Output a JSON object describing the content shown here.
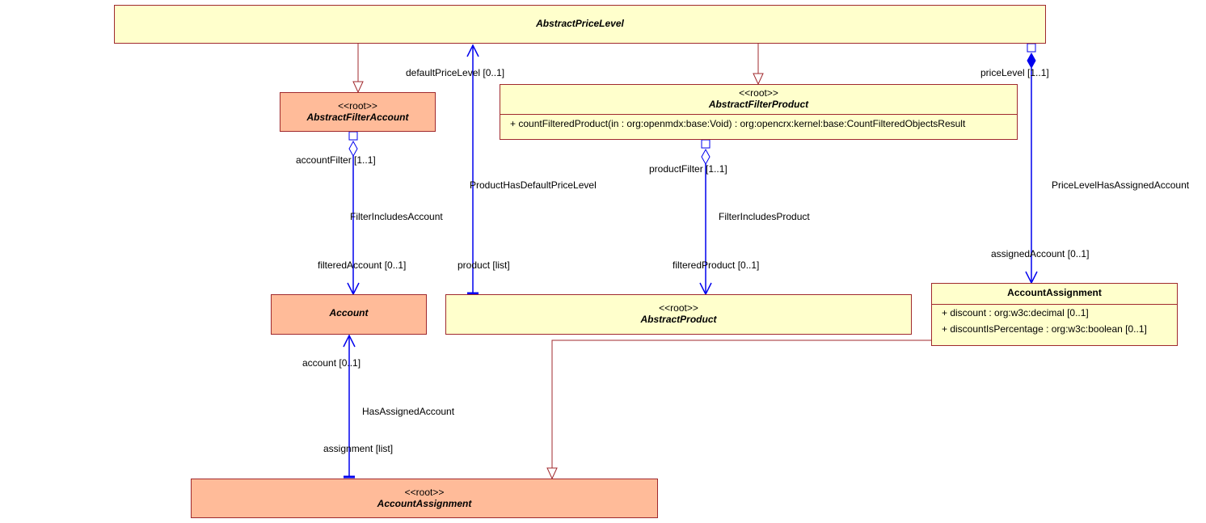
{
  "classes": {
    "abstract_price_level": {
      "name": "AbstractPriceLevel"
    },
    "abstract_filter_account": {
      "stereotype": "<<root>>",
      "name": "AbstractFilterAccount"
    },
    "abstract_filter_product": {
      "stereotype": "<<root>>",
      "name": "AbstractFilterProduct",
      "operations": [
        "+ countFilteredProduct(in : org:openmdx:base:Void) : org:opencrx:kernel:base:CountFilteredObjectsResult"
      ]
    },
    "account": {
      "name": "Account"
    },
    "abstract_product": {
      "stereotype": "<<root>>",
      "name": "AbstractProduct"
    },
    "account_assignment_concrete": {
      "name": "AccountAssignment",
      "attributes": [
        "+ discount : org:w3c:decimal [0..1]",
        "+ discountIsPercentage : org:w3c:boolean [0..1]"
      ]
    },
    "account_assignment_root": {
      "stereotype": "<<root>>",
      "name": "AccountAssignment"
    }
  },
  "associations": {
    "filter_includes_account": {
      "name": "FilterIncludesAccount",
      "source_role": "accountFilter [1..1]",
      "target_role": "filteredAccount [0..1]"
    },
    "product_has_default_price_level": {
      "name": "ProductHasDefaultPriceLevel",
      "source_role": "defaultPriceLevel [0..1]",
      "target_role": "product [list]"
    },
    "filter_includes_product": {
      "name": "FilterIncludesProduct",
      "source_role": "productFilter [1..1]",
      "target_role": "filteredProduct [0..1]"
    },
    "price_level_has_assigned_account": {
      "name": "PriceLevelHasAssignedAccount",
      "source_role": "priceLevel [1..1]",
      "target_role": "assignedAccount [0..1]"
    },
    "has_assigned_account": {
      "name": "HasAssignedAccount",
      "source_role": "account [0..1]",
      "target_role": "assignment [list]"
    }
  },
  "colors": {
    "border": "#a0292d",
    "association": "#0000ee",
    "class_fill": "#ffffcc",
    "root_fill": "#ffbb99"
  }
}
